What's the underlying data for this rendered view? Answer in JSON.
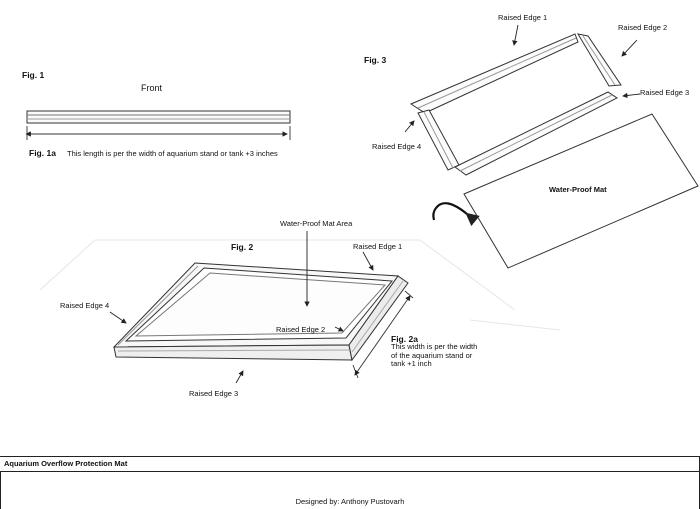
{
  "fig1": {
    "label": "Fig. 1",
    "front_label": "Front",
    "sub_label": "Fig. 1a",
    "note": "This length is per the width of aquarium stand or tank +3 inches"
  },
  "fig2": {
    "label": "Fig. 2",
    "mat_area": "Water-Proof Mat Area",
    "edge1": "Raised Edge 1",
    "edge2": "Raised Edge 2",
    "edge3": "Raised Edge 3",
    "edge4": "Raised Edge 4",
    "sub_label": "Fig. 2a",
    "note_lines": [
      "This width is per the width",
      "of the aquarium stand or",
      "tank +1 inch"
    ]
  },
  "fig3": {
    "label": "Fig. 3",
    "edge1": "Raised Edge 1",
    "edge2": "Raised Edge 2",
    "edge3": "Raised Edge 3",
    "edge4": "Raised Edge 4",
    "mat": "Water-Proof Mat"
  },
  "title_block": {
    "title": "Aquarium Overflow Protection Mat",
    "designer": "Designed by: Anthony Pustovarh"
  }
}
